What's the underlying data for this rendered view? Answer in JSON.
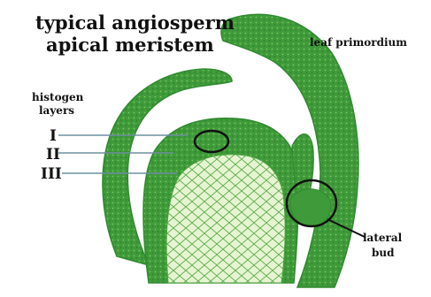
{
  "title": {
    "line1": "typical angiosperm",
    "line2": "apical meristem"
  },
  "labels": {
    "leaf_primordium": "leaf primordium",
    "histogen_line1": "histogen",
    "histogen_line2": "layers",
    "layer_1": "I",
    "layer_2": "II",
    "layer_3": "III",
    "lateral_bud_line1": "lateral",
    "lateral_bud_line2": "bud"
  },
  "colors": {
    "tissue_dark": "#2f8a2f",
    "tissue_mid": "#58b04a",
    "tissue_light": "#a9d98c",
    "core_cells": "#e4f3cf",
    "outline": "#111111",
    "pointer_line": "#6f8fa0"
  }
}
